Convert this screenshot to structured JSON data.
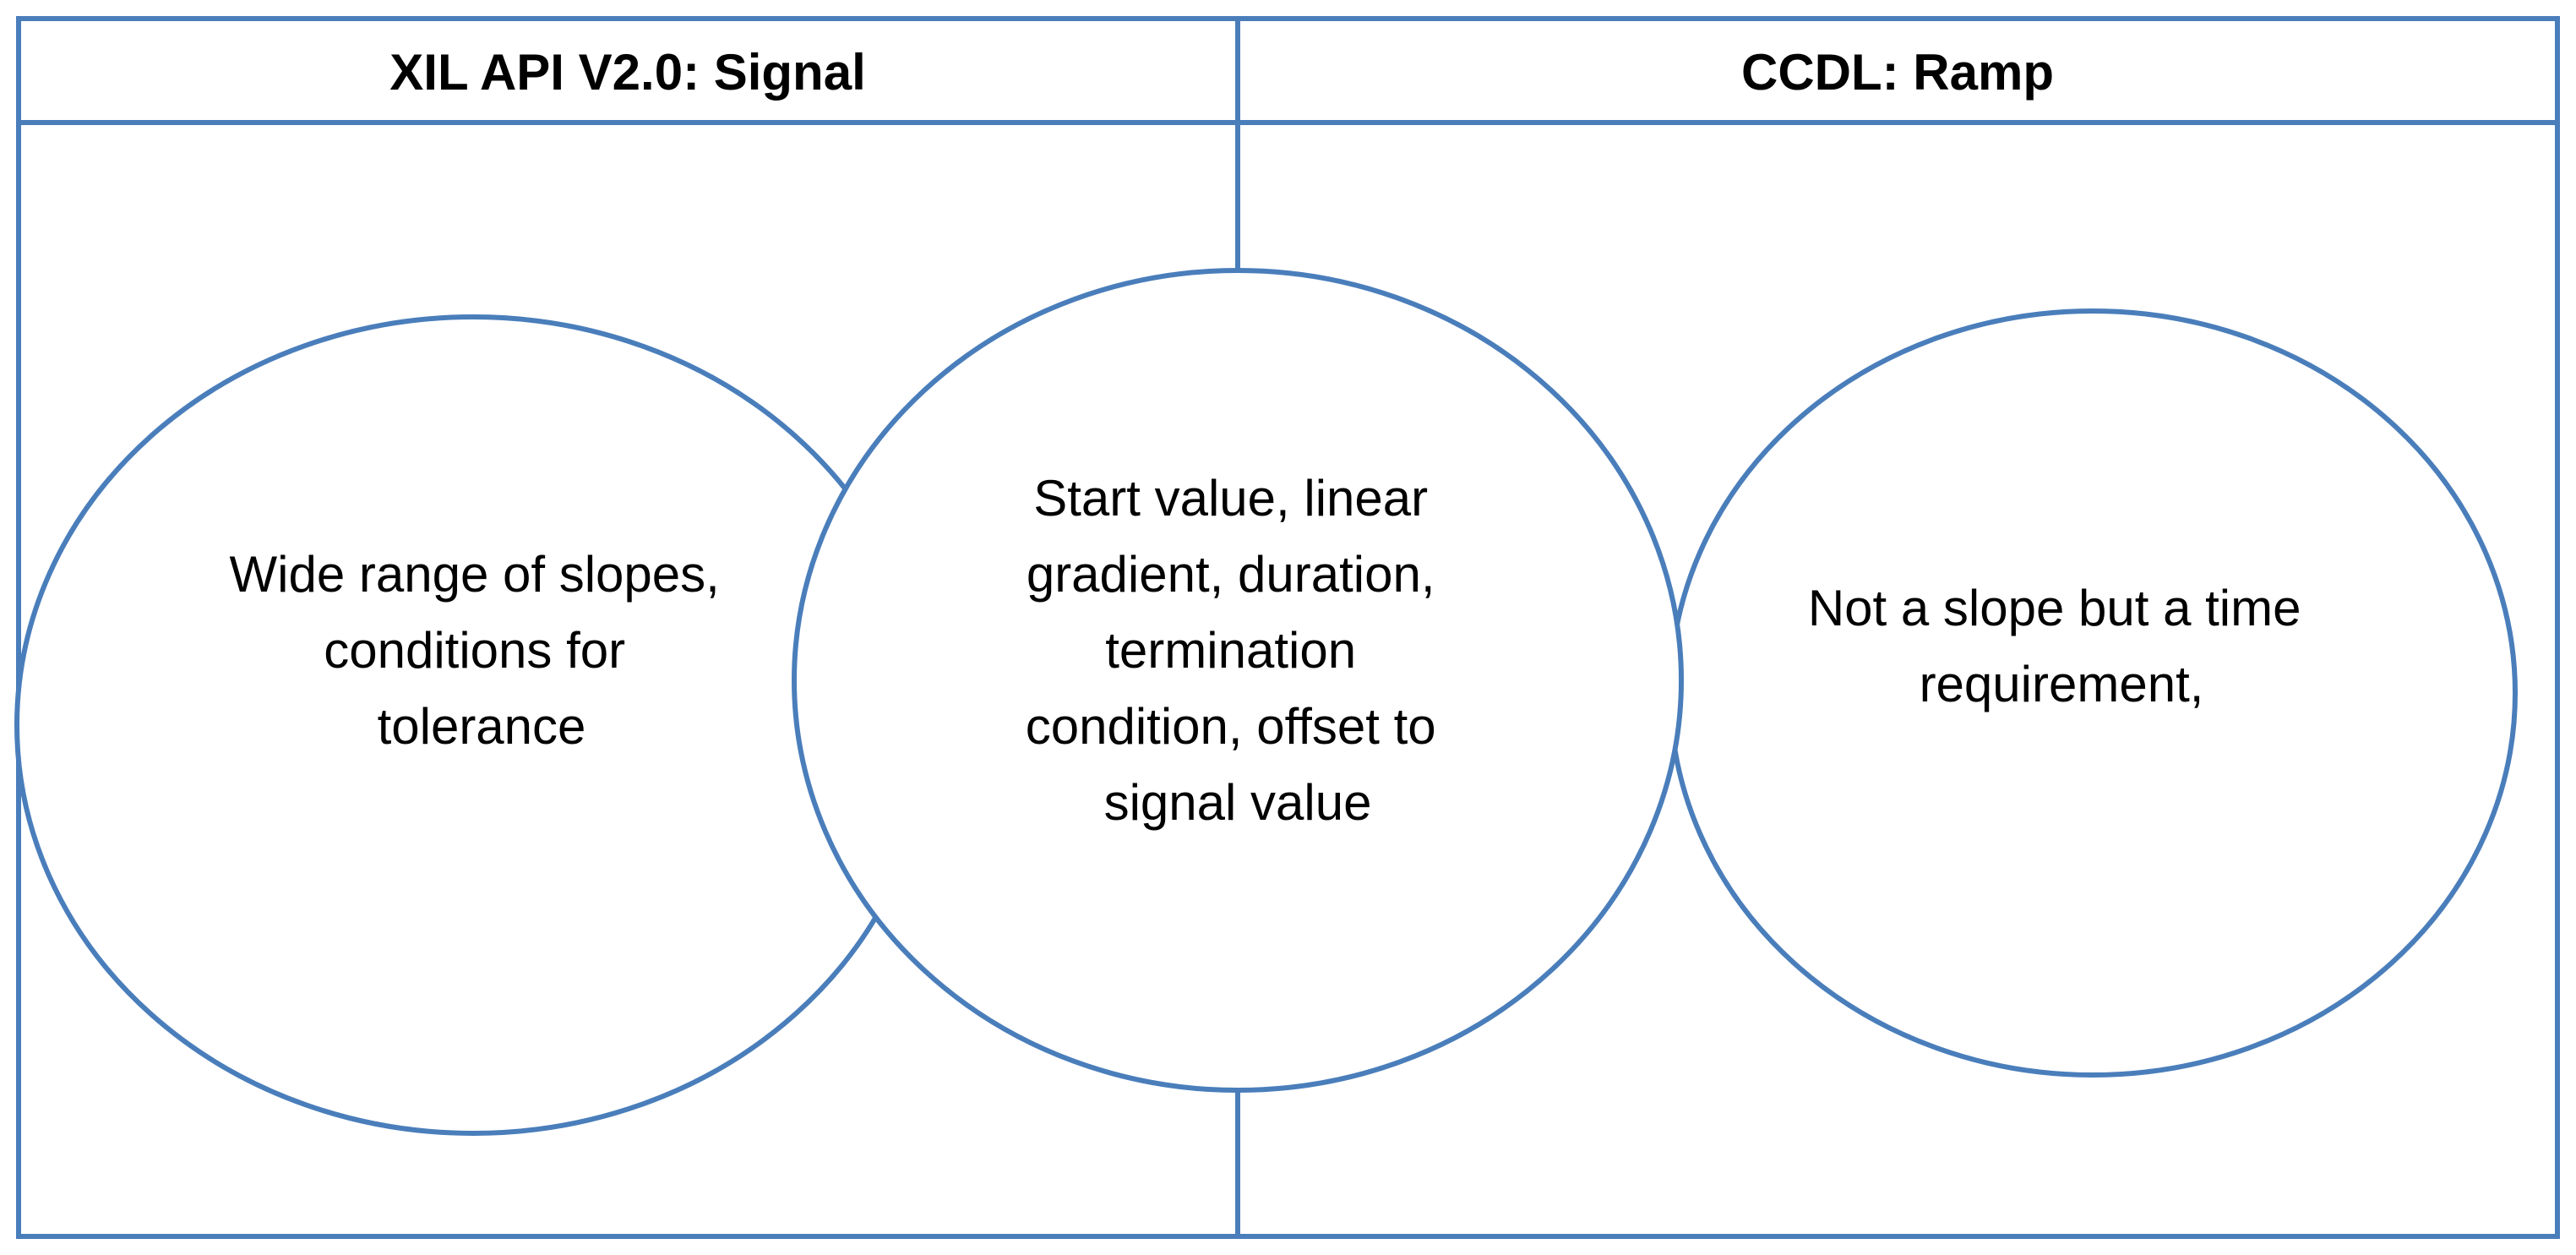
{
  "diagram": {
    "headers": {
      "left": "XIL API V2.0: Signal",
      "right": "CCDL: Ramp"
    },
    "circles": {
      "left": {
        "lines": [
          "Wide range of slopes,",
          "conditions for",
          "tolerance"
        ]
      },
      "middle": {
        "lines": [
          "Start value, linear",
          "gradient, duration,",
          "termination",
          "condition, offset to",
          "signal value"
        ]
      },
      "right": {
        "lines": [
          "Not a slope but a time",
          "requirement,"
        ]
      }
    },
    "colors": {
      "stroke": "#4A7EBB",
      "text": "#000000",
      "background": "#FFFFFF"
    }
  }
}
